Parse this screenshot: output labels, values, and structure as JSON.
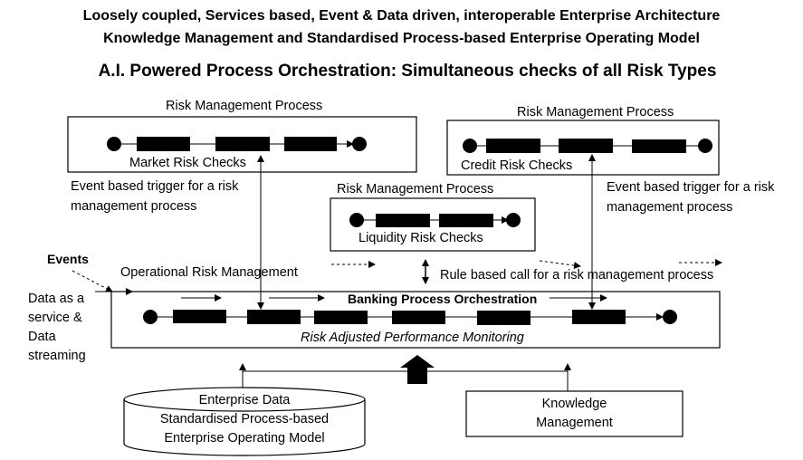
{
  "titles": {
    "line1": "Loosely coupled, Services based, Event & Data driven, interoperable Enterprise Architecture",
    "line2": "Knowledge Management and Standardised Process-based Enterprise Operating Model",
    "line3": "A.I. Powered Process Orchestration: Simultaneous checks of all Risk Types"
  },
  "market": {
    "header": "Risk Management  Process",
    "name": "Market Risk Checks"
  },
  "credit": {
    "header": "Risk Management  Process",
    "name": "Credit Risk Checks"
  },
  "liquidity": {
    "header": "Risk Management  Process",
    "name": "Liquidity Risk Checks"
  },
  "triggers": {
    "left": [
      "Event based trigger for a risk",
      "management process"
    ],
    "right": [
      "Event based trigger for a risk",
      "management process"
    ]
  },
  "events_label": "Events",
  "operational_label": "Operational Risk Management",
  "rule_call": "Rule based call for a risk management process",
  "data_service": [
    "Data as a",
    "service &",
    "Data",
    "streaming"
  ],
  "orchestration": {
    "title": "Banking Process Orchestration",
    "subtitle": "Risk Adjusted Performance Monitoring"
  },
  "enterprise_data": [
    "Enterprise Data",
    "Standardised Process-based",
    "Enterprise Operating Model"
  ],
  "knowledge": [
    "Knowledge",
    "Management"
  ]
}
